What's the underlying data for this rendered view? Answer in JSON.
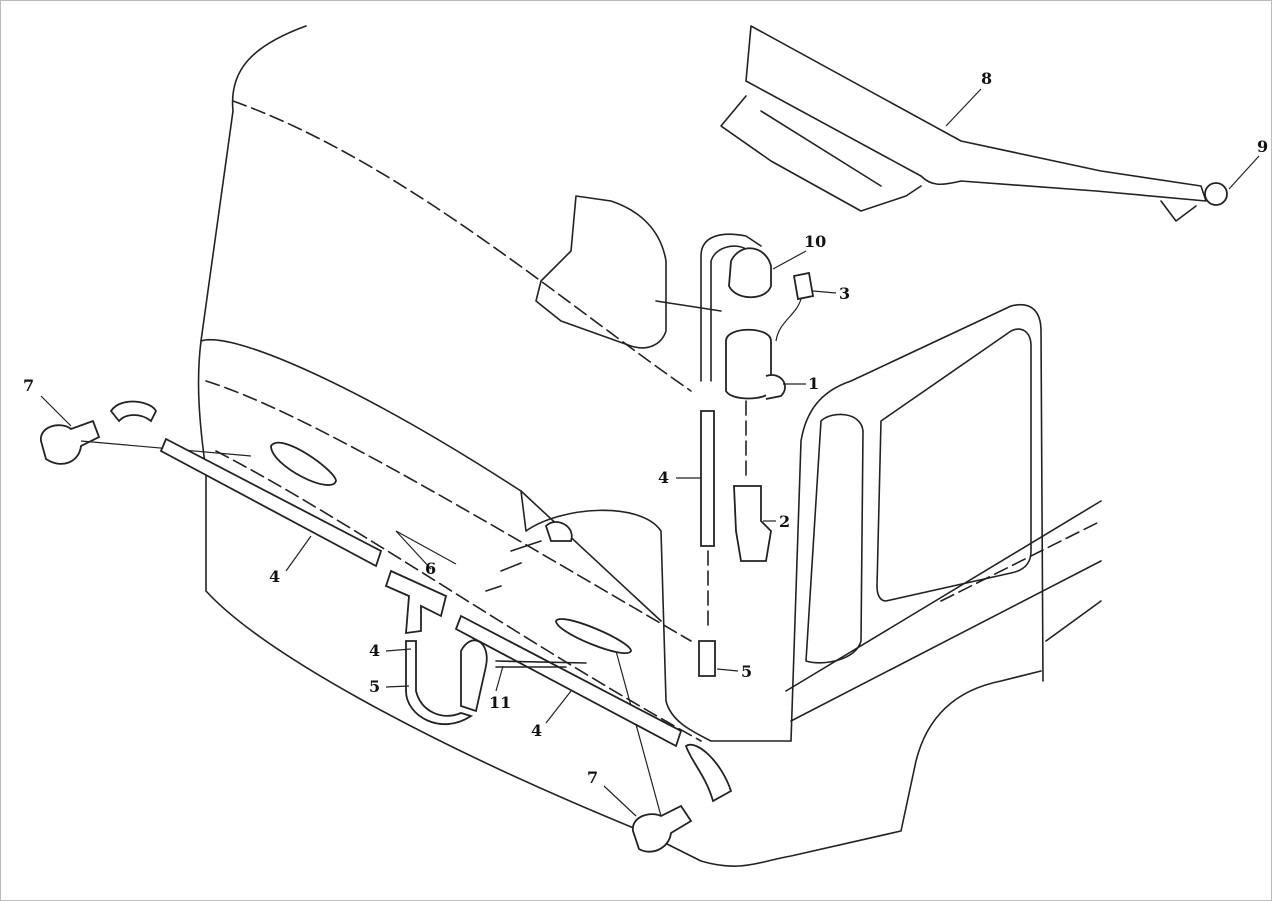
{
  "diagram": {
    "title": "Windshield washer and wiper assembly",
    "callouts": [
      {
        "id": "c7a",
        "text": "7"
      },
      {
        "id": "c4a",
        "text": "4"
      },
      {
        "id": "c6",
        "text": "6"
      },
      {
        "id": "c4b",
        "text": "4"
      },
      {
        "id": "c5a",
        "text": "5"
      },
      {
        "id": "c11",
        "text": "11"
      },
      {
        "id": "c4c",
        "text": "4"
      },
      {
        "id": "c7b",
        "text": "7"
      },
      {
        "id": "c8",
        "text": "8"
      },
      {
        "id": "c9",
        "text": "9"
      },
      {
        "id": "c10",
        "text": "10"
      },
      {
        "id": "c3",
        "text": "3"
      },
      {
        "id": "c1",
        "text": "1"
      },
      {
        "id": "c4d",
        "text": "4"
      },
      {
        "id": "c2",
        "text": "2"
      },
      {
        "id": "c5b",
        "text": "5"
      }
    ]
  }
}
